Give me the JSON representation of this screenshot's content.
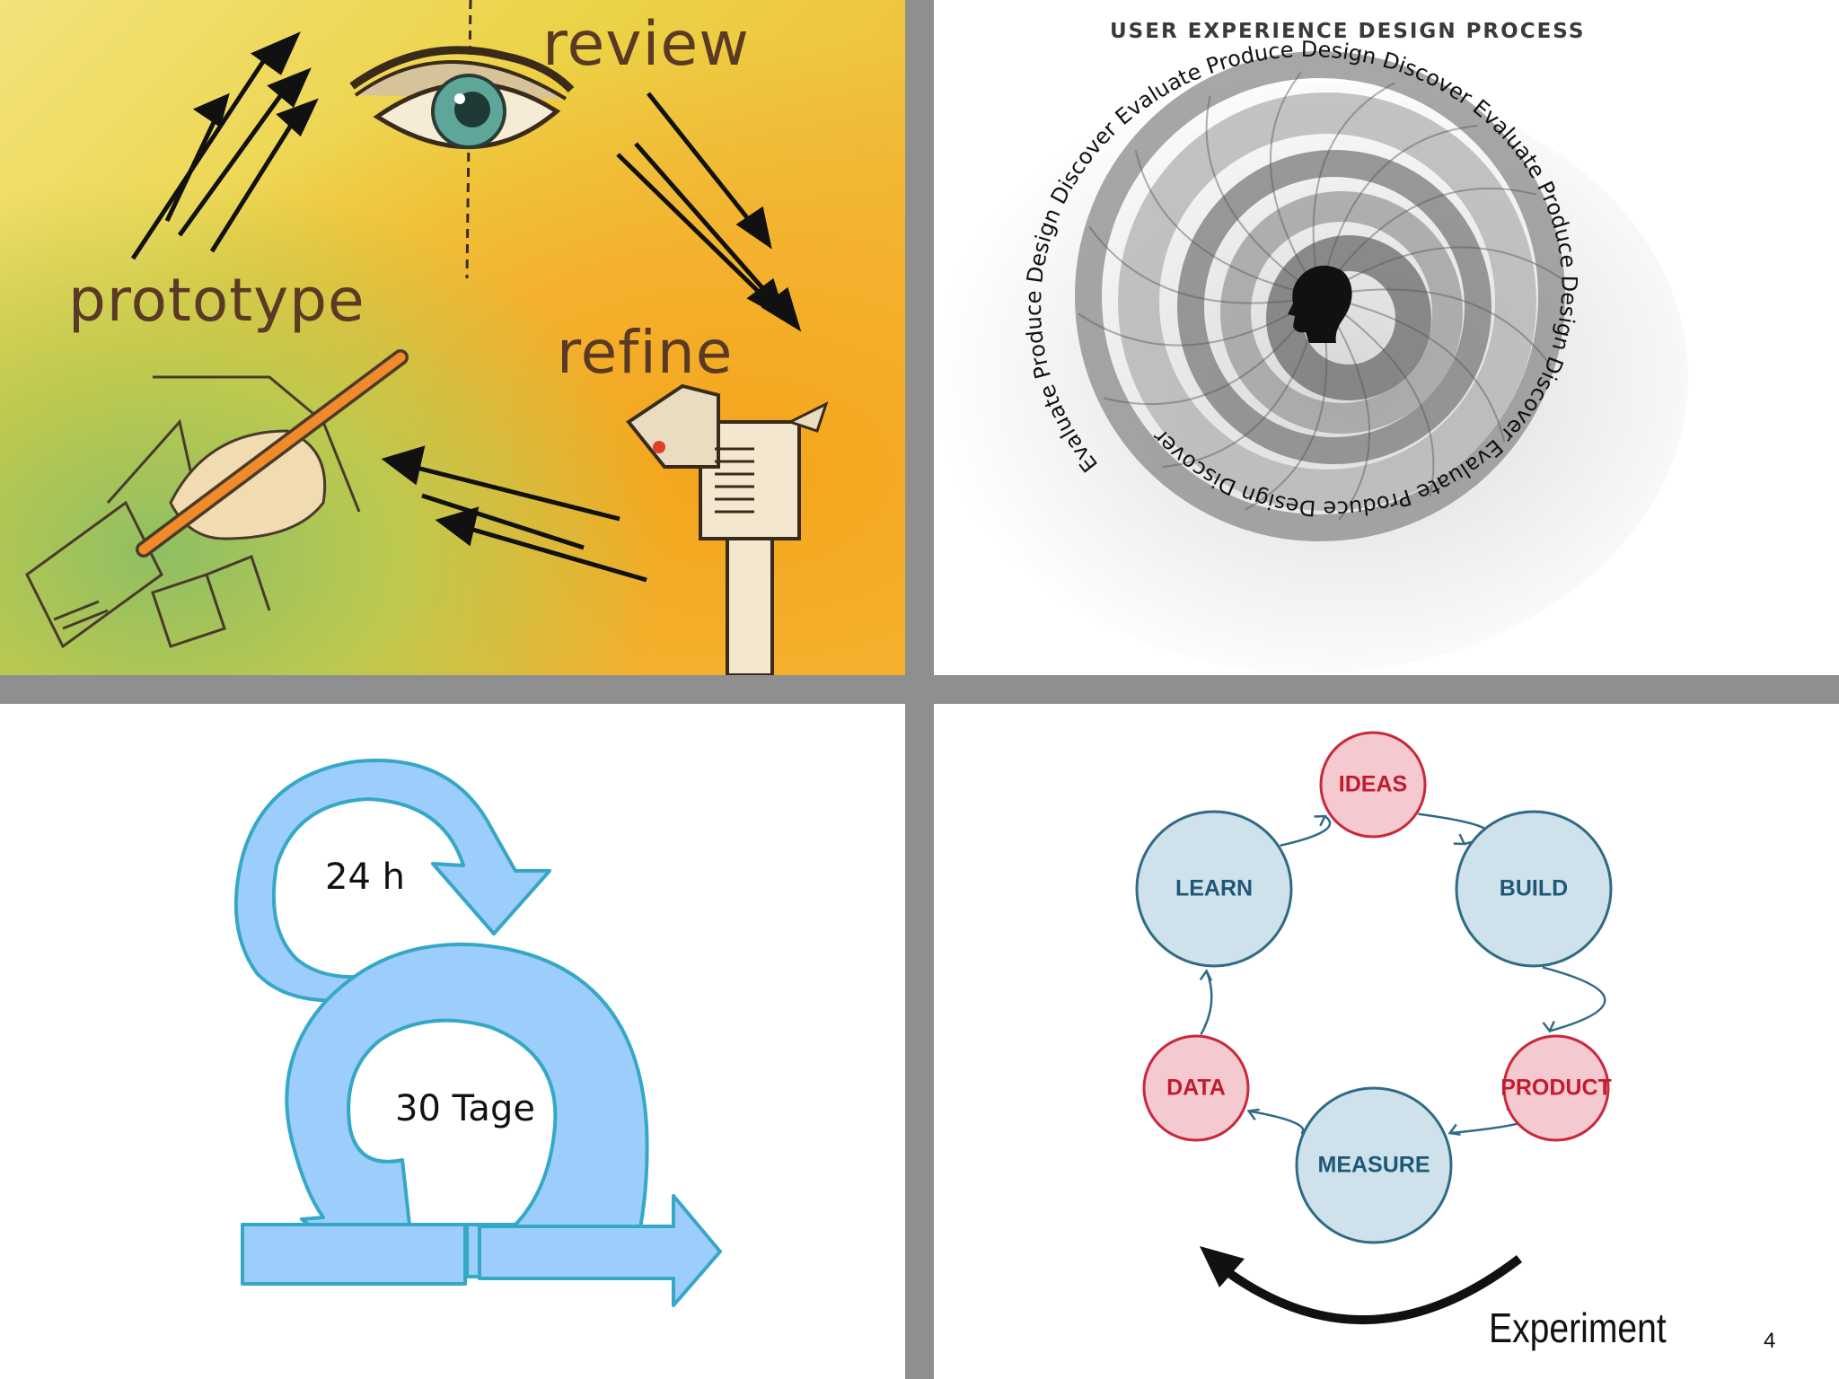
{
  "panel_prototype": {
    "labels": {
      "review": "review",
      "prototype": "prototype",
      "refine": "refine"
    }
  },
  "panel_ux": {
    "title": "USER EXPERIENCE DESIGN PROCESS",
    "spiral_text": "Evaluate Produce Design Discover Evaluate Produce Design Discover Evaluate Produce Design Discover Evaluate Produce Design Discover"
  },
  "panel_scrum": {
    "inner_cycle": "24 h",
    "outer_cycle": "30 Tage",
    "arrow_color": "#9ccdfb",
    "stroke_color": "#35a8c6"
  },
  "panel_lean": {
    "nodes": [
      {
        "label": "IDEAS",
        "kind": "red"
      },
      {
        "label": "BUILD",
        "kind": "blue"
      },
      {
        "label": "PRODUCT",
        "kind": "red"
      },
      {
        "label": "MEASURE",
        "kind": "blue"
      },
      {
        "label": "DATA",
        "kind": "red"
      },
      {
        "label": "LEARN",
        "kind": "blue"
      }
    ],
    "experiment": "Experiment",
    "colors": {
      "red_fill": "#f5c9d0",
      "red_stroke": "#c9283c",
      "red_text": "#c21b2e",
      "blue_fill": "#cfe1ea",
      "blue_stroke": "#2f6a86",
      "blue_text": "#1e5878"
    }
  },
  "page_number": "4"
}
